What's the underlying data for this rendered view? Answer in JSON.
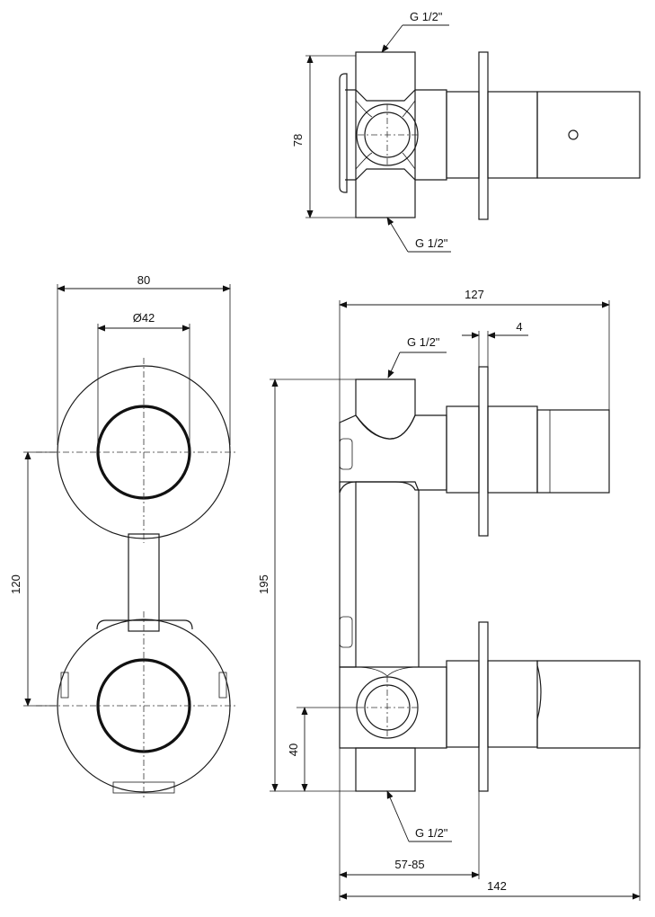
{
  "labels": {
    "top_thread_top": "G 1/2\"",
    "top_thread_bottom": "G 1/2\"",
    "top_height": "78",
    "front_width": "80",
    "front_diameter": "Ø42",
    "front_spacing": "120",
    "side_depth_total": "127",
    "side_plate": "4",
    "side_thread_top": "G 1/2\"",
    "side_height": "195",
    "side_low": "40",
    "side_thread_bottom": "G 1/2\"",
    "side_depth_range": "57-85",
    "side_depth_max": "142"
  }
}
